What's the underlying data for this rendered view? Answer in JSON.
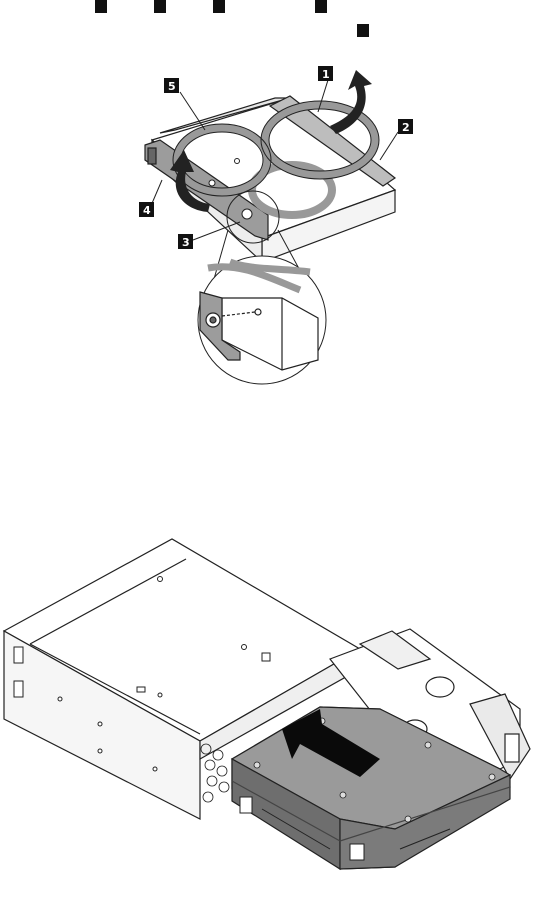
{
  "callouts": [
    "1",
    "2",
    "3",
    "4",
    "5"
  ],
  "figure1": {
    "name": "bracket-flex-callouts"
  },
  "figure2": {
    "name": "drive-insertion-illustration"
  }
}
